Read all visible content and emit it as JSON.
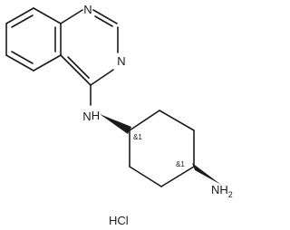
{
  "molecule": {
    "atom_labels": {
      "ring_n_top": "N",
      "ring_n_right": "N",
      "amine_nh": "N",
      "amine_h": "H",
      "terminal_nh2": "NH",
      "terminal_nh2_subscript": "2"
    },
    "stereo_labels": {
      "upper_center": "&1",
      "lower_center": "&1"
    },
    "salt": "HCl"
  }
}
